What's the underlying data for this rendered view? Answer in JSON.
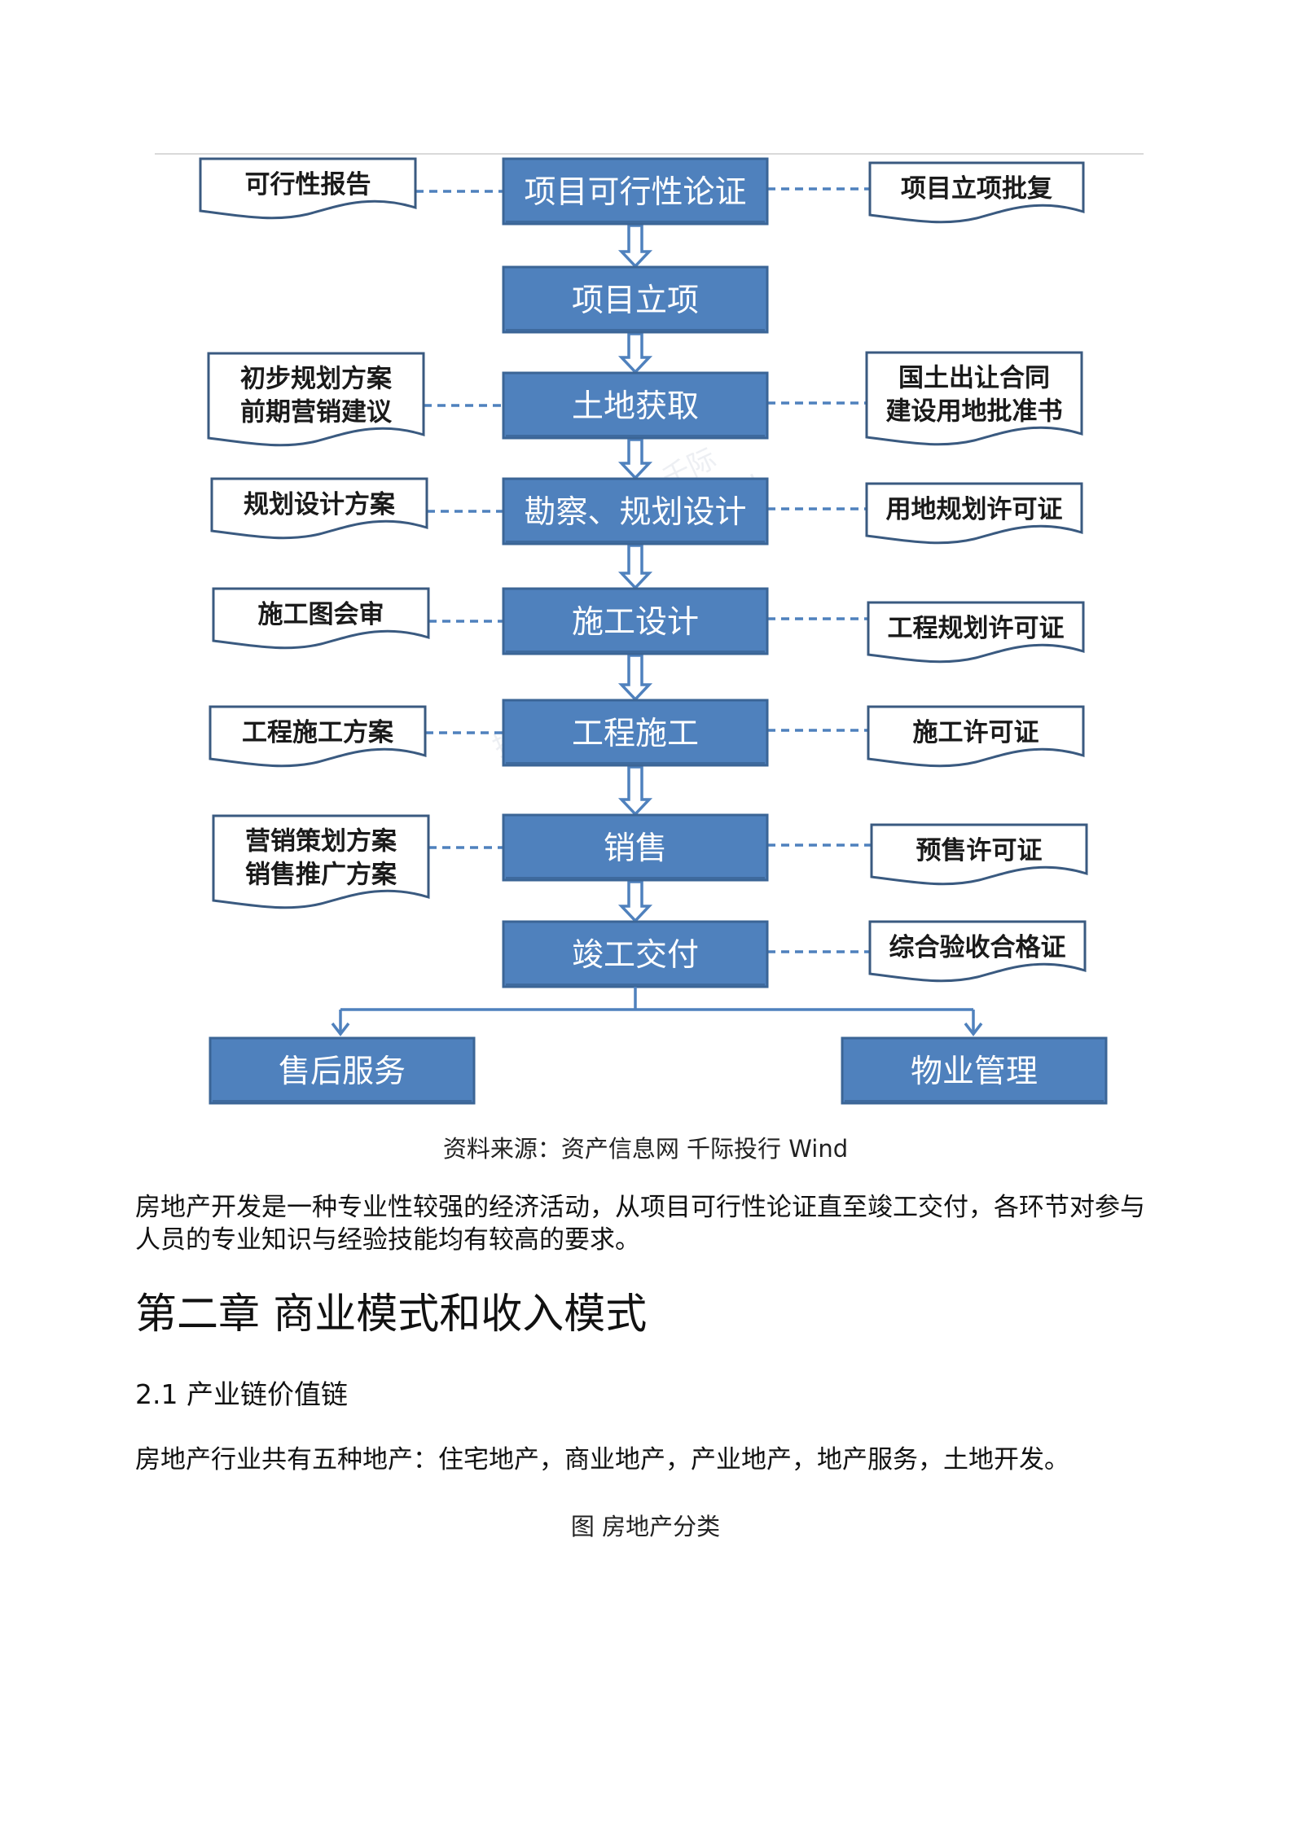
{
  "flowchart": {
    "main_steps": [
      {
        "id": "feasibility",
        "label": "项目可行性论证"
      },
      {
        "id": "approval",
        "label": "项目立项"
      },
      {
        "id": "land",
        "label": "土地获取"
      },
      {
        "id": "survey",
        "label": "勘察、规划设计"
      },
      {
        "id": "construction_design",
        "label": "施工设计"
      },
      {
        "id": "construction",
        "label": "工程施工"
      },
      {
        "id": "sales",
        "label": "销售"
      },
      {
        "id": "delivery",
        "label": "竣工交付"
      }
    ],
    "left_docs": [
      {
        "step": "feasibility",
        "lines": [
          "可行性报告"
        ]
      },
      {
        "step": "land",
        "lines": [
          "初步规划方案",
          "前期营销建议"
        ]
      },
      {
        "step": "survey",
        "lines": [
          "规划设计方案"
        ]
      },
      {
        "step": "construction_design",
        "lines": [
          "施工图会审"
        ]
      },
      {
        "step": "construction",
        "lines": [
          "工程施工方案"
        ]
      },
      {
        "step": "sales",
        "lines": [
          "营销策划方案",
          "销售推广方案"
        ]
      }
    ],
    "right_docs": [
      {
        "step": "feasibility",
        "lines": [
          "项目立项批复"
        ]
      },
      {
        "step": "land",
        "lines": [
          "国土出让合同",
          "建设用地批准书"
        ]
      },
      {
        "step": "survey",
        "lines": [
          "用地规划许可证"
        ]
      },
      {
        "step": "construction_design",
        "lines": [
          "工程规划许可证"
        ]
      },
      {
        "step": "construction",
        "lines": [
          "施工许可证"
        ]
      },
      {
        "step": "sales",
        "lines": [
          "预售许可证"
        ]
      },
      {
        "step": "delivery",
        "lines": [
          "综合验收合格证"
        ]
      }
    ],
    "final_steps": [
      "售后服务",
      "物业管理"
    ],
    "colors": {
      "box_fill": "#4f81bd",
      "box_border": "#3b6596",
      "connector": "#4f81bd",
      "doc_border": "#3a5a80"
    }
  },
  "figure_source": "资料来源：资产信息网 千际投行 Wind",
  "paragraph_1": "房地产开发是一种专业性较强的经济活动，从项目可行性论证直至竣工交付，各环节对参与人员的专业知识与经验技能均有较高的要求。",
  "chapter_heading": "第二章 商业模式和收入模式",
  "section_heading": "2.1 产业链价值链",
  "paragraph_2": "房地产行业共有五种地产：住宅地产，商业地产，产业地产，地产服务，土地开发。",
  "figure_caption": "图 房地产分类"
}
